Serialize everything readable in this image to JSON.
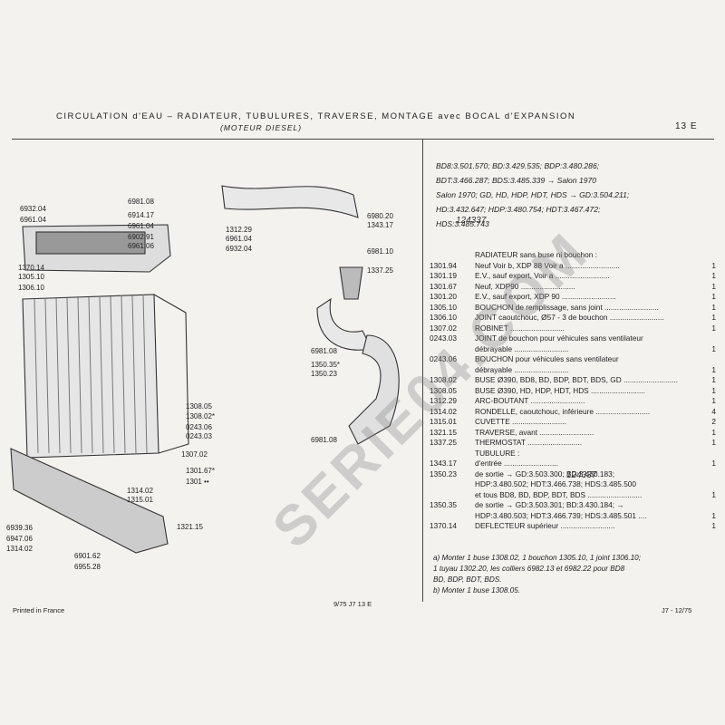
{
  "header": {
    "title": "CIRCULATION d'EAU – RADIATEUR, TUBULURES, TRAVERSE, MONTAGE avec BOCAL d'EXPANSION",
    "subtitle": "(MOTEUR DIESEL)",
    "page": "13 E"
  },
  "serials": [
    "BD8:3.501.570; BD:3.429.535; BDP:3.480.286;",
    "BDT:3.466.287; BDS:3.485.339 → Salon 1970",
    "Salon 1970; GD, HD, HDP, HDT, HDS → GD:3.504.211;",
    "HD:3.432.647; HDP:3.480.754; HDT:3.467.472;",
    "HDS:3.485.743"
  ],
  "handwritten": {
    "a": "124337",
    "b": "124337"
  },
  "parts": [
    {
      "ref": "",
      "des": "RADIATEUR sans buse ni bouchon :",
      "qty": ""
    },
    {
      "ref": "1301.94",
      "des": "Neuf Voir b, XDP 88 Voir a ..........................",
      "qty": "1"
    },
    {
      "ref": "1301.19",
      "des": "E.V., sauf export, Voir a ..........................",
      "qty": "1"
    },
    {
      "ref": "1301.67",
      "des": "Neuf, XDP90 ..........................",
      "qty": "1"
    },
    {
      "ref": "1301.20",
      "des": "E.V., sauf export, XDP 90 ..........................",
      "qty": "1"
    },
    {
      "ref": "1305.10",
      "des": "BOUCHON de remplissage, sans joint ..........................",
      "qty": "1"
    },
    {
      "ref": "1306.10",
      "des": "JOINT caoutchouc, Ø57 - 3 de bouchon ..........................",
      "qty": "1"
    },
    {
      "ref": "1307.02",
      "des": "ROBINET ..........................",
      "qty": "1"
    },
    {
      "ref": "0243.03",
      "des": "JOINT de bouchon pour véhicules sans ventilateur",
      "qty": ""
    },
    {
      "ref": "",
      "des": "débrayable ..........................",
      "qty": "1"
    },
    {
      "ref": "0243.06",
      "des": "BOUCHON pour véhicules sans ventilateur",
      "qty": ""
    },
    {
      "ref": "",
      "des": "débrayable ..........................",
      "qty": "1"
    },
    {
      "ref": "1308.02",
      "des": "BUSE Ø390, BD8, BD, BDP, BDT, BDS, GD ..........................",
      "qty": "1"
    },
    {
      "ref": "1308.05",
      "des": "BUSE Ø390, HD, HDP, HDT, HDS ..........................",
      "qty": "1"
    },
    {
      "ref": "1312.29",
      "des": "ARC-BOUTANT ..........................",
      "qty": "1"
    },
    {
      "ref": "1314.02",
      "des": "RONDELLE, caoutchouc, inférieure ..........................",
      "qty": "4"
    },
    {
      "ref": "1315.01",
      "des": "CUVETTE ..........................",
      "qty": "2"
    },
    {
      "ref": "1321.15",
      "des": "TRAVERSE, avant ..........................",
      "qty": "1"
    },
    {
      "ref": "1337.25",
      "des": "THERMOSTAT ..........................",
      "qty": "1"
    },
    {
      "ref": "",
      "des": "TUBULURE :",
      "qty": ""
    },
    {
      "ref": "1343.17",
      "des": "d'entrée ..........................",
      "qty": "1"
    },
    {
      "ref": "1350.23",
      "des": "de sortie → GD:3.503.300; BD:3.430.183;",
      "qty": ""
    },
    {
      "ref": "",
      "des": "HDP:3.480.502; HDT:3.466.738; HDS:3.485.500",
      "qty": ""
    },
    {
      "ref": "",
      "des": "et tous BD8, BD, BDP, BDT, BDS ..........................",
      "qty": "1"
    },
    {
      "ref": "1350.35",
      "des": "de sortie → GD:3.503.301; BD:3.430.184; →",
      "qty": ""
    },
    {
      "ref": "",
      "des": "HDP:3.480.503; HDT:3.466.739; HDS:3.485.501 ....",
      "qty": "1"
    },
    {
      "ref": "1370.14",
      "des": "DEFLECTEUR supérieur ..........................",
      "qty": "1"
    }
  ],
  "notes": [
    "a) Monter 1 buse 1308.02, 1 bouchon 1305.10, 1 joint 1306.10;",
    "1 tuyau 1302.20, les colliers 6982.13 et 6982.22 pour BD8",
    "BD, BDP, BDT, BDS.",
    "b) Monter 1 buse 1308.05."
  ],
  "footer": {
    "printed": "Printed in France",
    "code": "9/75  J7 13 E",
    "ref": "J7 - 12/75"
  },
  "diagram_labels": [
    "6932.04",
    "6961.04",
    "6981.08",
    "6914.17",
    "6961.04",
    "6902.91",
    "6961.06",
    "1312.29",
    "6961.04",
    "6932.04",
    "6980.20",
    "1343.17",
    "6981.10",
    "1337.25",
    "1370.14",
    "1305.10",
    "1306.10",
    "6981.08",
    "1350.35*",
    "1350.23",
    "1308.05",
    "1308.02*",
    "0243.06",
    "0243.03",
    "1307.02",
    "6981.08",
    "1301.67*",
    "1301 ••",
    "1314.02",
    "1315.01",
    "1321.15",
    "6939.36",
    "6947.06",
    "1314.02",
    "6901.62",
    "6955.28"
  ],
  "watermark": "SERIE04.COM"
}
